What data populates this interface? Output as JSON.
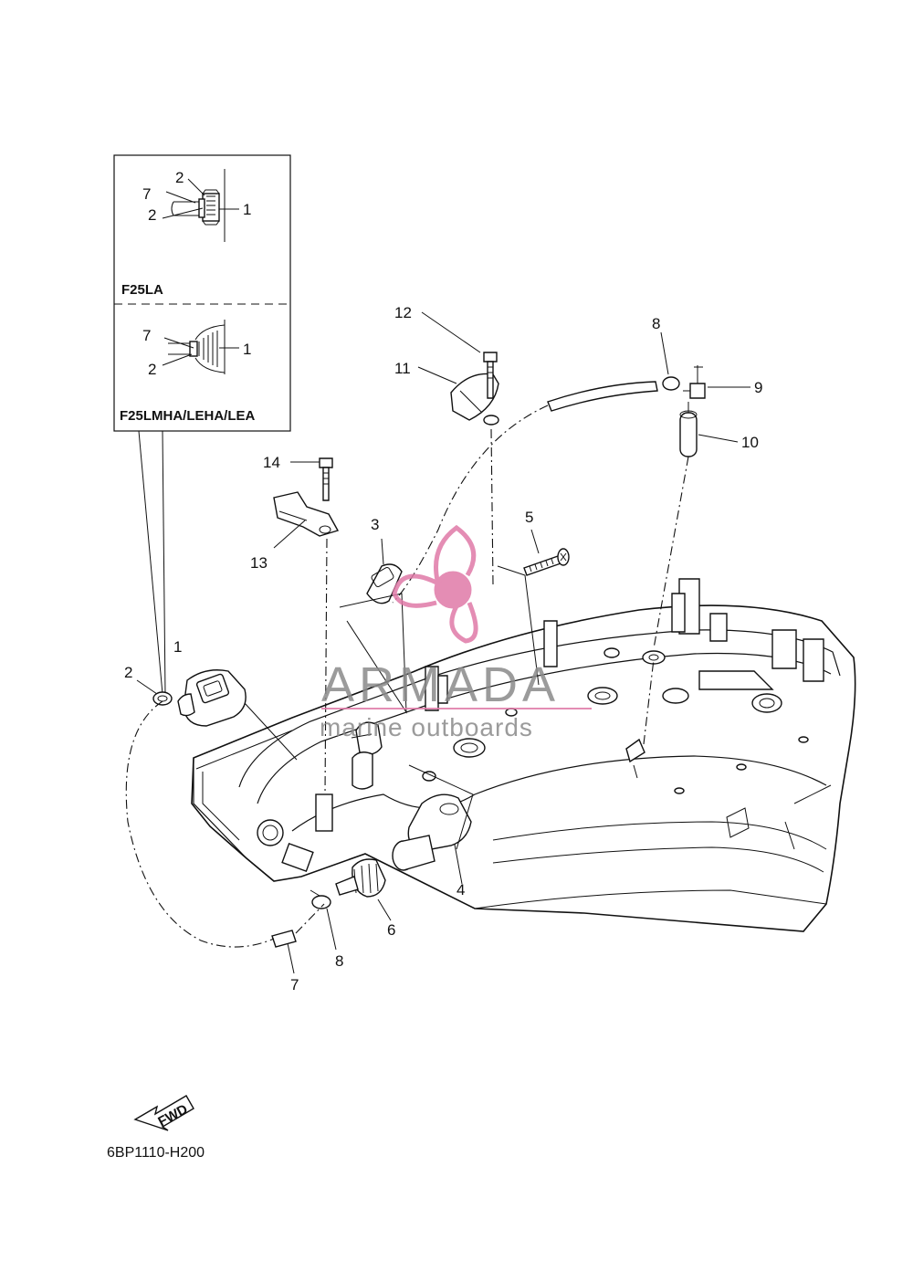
{
  "callouts": {
    "p1": "1",
    "p2": "2",
    "p3": "3",
    "p4": "4",
    "p5": "5",
    "p6": "6",
    "p7": "7",
    "p8": "8",
    "p9": "9",
    "p10": "10",
    "p11": "11",
    "p12": "12",
    "p13": "13",
    "p14": "14",
    "p8b": "8",
    "p7b": "7"
  },
  "inset": {
    "upper_model": "F25LA",
    "lower_model": "F25LMHA/LEHA/LEA",
    "upper_labels": [
      "2",
      "7",
      "1",
      "2"
    ],
    "lower_labels": [
      "7",
      "1",
      "2"
    ]
  },
  "footer": {
    "fwd": "FWD",
    "diagram_code": "6BP1110-H200"
  },
  "watermark": {
    "brand": "ARMADA",
    "tagline": "marine outboards",
    "colors": {
      "logo": "#e07aa8",
      "text": "#8a8a8a"
    }
  }
}
